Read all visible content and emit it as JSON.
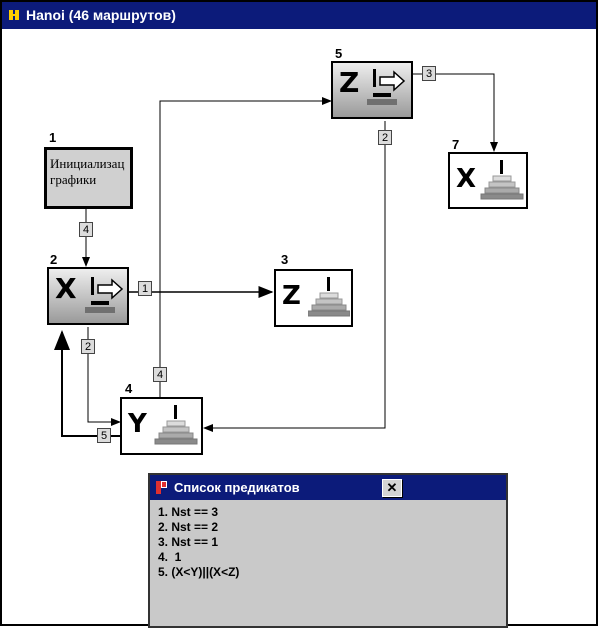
{
  "window": {
    "title": "Hanoi (46 маршрутов)",
    "app_icon": "app-icon"
  },
  "nodes": {
    "n1": {
      "number": "1",
      "text_line1": "Инициализац",
      "text_line2": "графики"
    },
    "n2": {
      "number": "2",
      "letter": "X"
    },
    "n3": {
      "number": "3",
      "letter": "Z"
    },
    "n4": {
      "number": "4",
      "letter": "Y"
    },
    "n5": {
      "number": "5",
      "letter": "Z"
    },
    "n7": {
      "number": "7",
      "letter": "X"
    }
  },
  "edge_labels": {
    "e1_2": "4",
    "e2_3": "1",
    "e2_4": "2",
    "e4_5": "4",
    "e4_2": "5",
    "e5_4": "2",
    "e5_7": "3"
  },
  "predicates_panel": {
    "title": "Список предикатов",
    "close": "✕",
    "items": [
      "1. Nst == 3",
      "2. Nst == 2",
      "3. Nst == 1",
      "4.  1",
      "5. (X<Y)||(X<Z)"
    ]
  },
  "colors": {
    "titlebar": "#0c1b7a",
    "panel_bg": "#c9c9c9"
  }
}
